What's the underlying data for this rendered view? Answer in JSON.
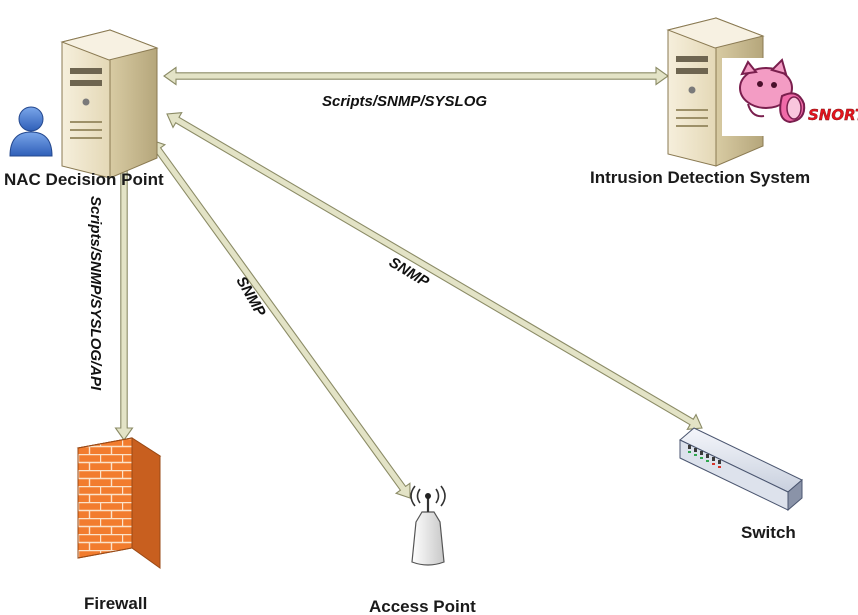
{
  "colors": {
    "arrow_fill": "#e3e3c6",
    "arrow_stroke": "#8b8b66",
    "server_body": "#efe6cf",
    "server_front": "#d9cda8",
    "firewall": "#f07a2e",
    "user_icon": "#3d6ec5",
    "snort_pink": "#f06aa8",
    "snort_text": "#e3151e"
  },
  "icons": {
    "nac_server": "server-icon",
    "ids_server": "server-icon",
    "user": "user-icon",
    "snort_logo": "pig-logo-icon",
    "firewall": "firewall-brick-wall-icon",
    "access_point": "wireless-antenna-icon",
    "switch": "network-switch-icon"
  },
  "nodes": {
    "nac": {
      "label": "NAC Decision Point"
    },
    "ids": {
      "label": "Intrusion Detection System",
      "logo_text": "SNORT"
    },
    "firewall": {
      "label": "Firewall"
    },
    "access_point": {
      "label": "Access Point"
    },
    "switch": {
      "label": "Switch"
    }
  },
  "links": {
    "nac_ids": {
      "label": "Scripts/SNMP/SYSLOG"
    },
    "nac_firewall": {
      "label": "Scripts/SNMP/SYSLOG/API"
    },
    "nac_access_point": {
      "label": "SNMP"
    },
    "nac_switch": {
      "label": "SNMP"
    }
  }
}
